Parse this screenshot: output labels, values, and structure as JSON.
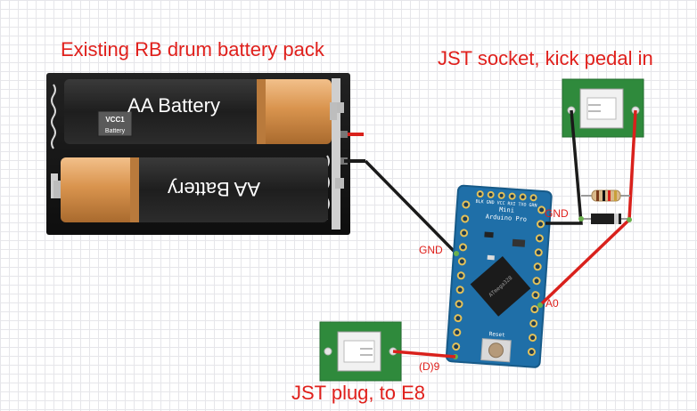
{
  "titles": {
    "battery_pack": "Existing RB drum battery pack",
    "jst_socket": "JST socket, kick pedal in",
    "jst_plug": "JST plug, to E8"
  },
  "battery": {
    "cell_label": "AA Battery",
    "vcc_label": "VCC1",
    "vcc_sub": "Battery"
  },
  "board": {
    "name_line1": "Arduino Pro",
    "name_line2": "Mini",
    "chip_label": "ATmega328",
    "reset_label": "Reset",
    "top_pins": [
      "BLK",
      "GND",
      "VCC",
      "RXI",
      "TXO",
      "GRN"
    ]
  },
  "pins": {
    "gnd_left": "GND",
    "gnd_right": "GND",
    "a0": "A0",
    "d9": "(D)9"
  },
  "colors": {
    "label_red": "#e0201c",
    "wire_black": "#1a1a1a",
    "wire_red": "#d9211c",
    "board_blue": "#1f6fa8",
    "connector_green": "#2f8a3c"
  }
}
